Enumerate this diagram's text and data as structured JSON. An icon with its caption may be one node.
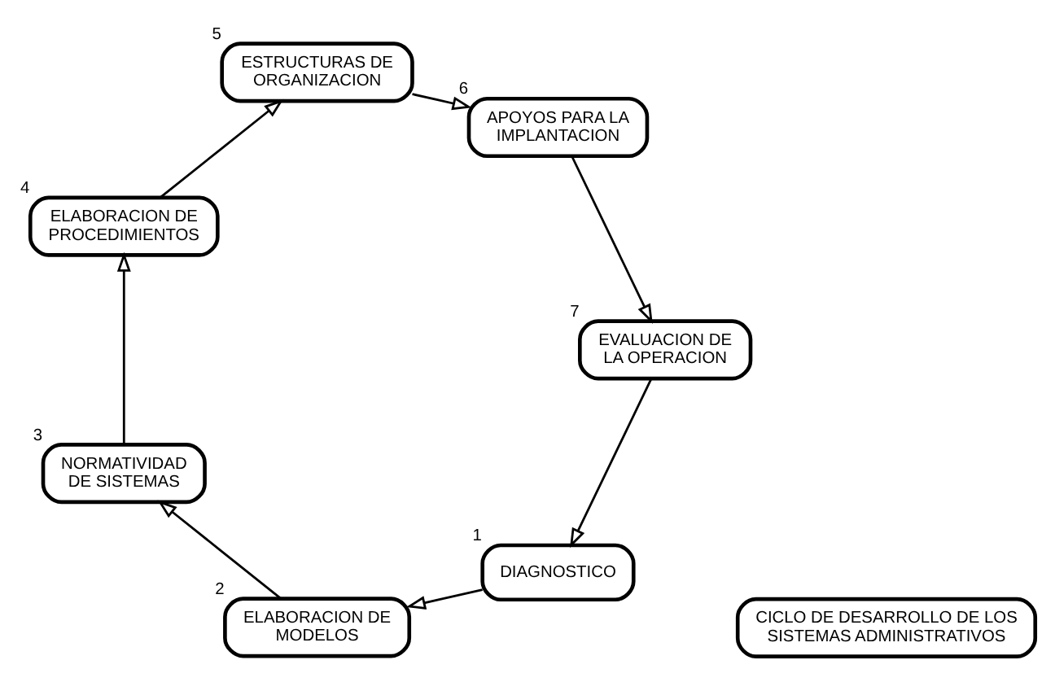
{
  "diagram": {
    "nodes": [
      {
        "text": [
          "DIAGNOSTICO"
        ],
        "beside": [
          "1"
        ]
      },
      {
        "text": [
          "ELABORACION DE MODELOS"
        ],
        "beside": [
          "2"
        ]
      },
      {
        "text": [
          "NORMATIVIDAD DE SISTEMAS"
        ],
        "beside": [
          "3"
        ]
      },
      {
        "text": [
          "ELABORACION DE PROCEDIMIENTOS"
        ],
        "beside": [
          "4"
        ]
      },
      {
        "text": [
          "ESTRUCTURAS DE ORGANIZACION"
        ],
        "beside": [
          "5"
        ]
      },
      {
        "text": [
          "APOYOS PARA LA IMPLANTACION"
        ],
        "beside": [
          "6"
        ]
      },
      {
        "text": [
          "EVALUACION DE LA OPERACION"
        ],
        "beside": [
          "7"
        ]
      },
      {
        "text": [
          "CICLO DE DESARROLLO DE LOS SISTEMAS ADMINISTRATIVOS"
        ]
      }
    ],
    "edges": [
      {
        "from": 0,
        "to": 1,
        "arrow": "to"
      },
      {
        "from": 1,
        "to": 2,
        "arrow": "to"
      },
      {
        "from": 2,
        "to": 3,
        "arrow": "to"
      },
      {
        "from": 3,
        "to": 4,
        "arrow": "to"
      },
      {
        "from": 4,
        "to": 5,
        "arrow": "to"
      },
      {
        "from": 5,
        "to": 6,
        "arrow": "to"
      },
      {
        "from": 6,
        "to": 0,
        "arrow": "to"
      }
    ]
  }
}
